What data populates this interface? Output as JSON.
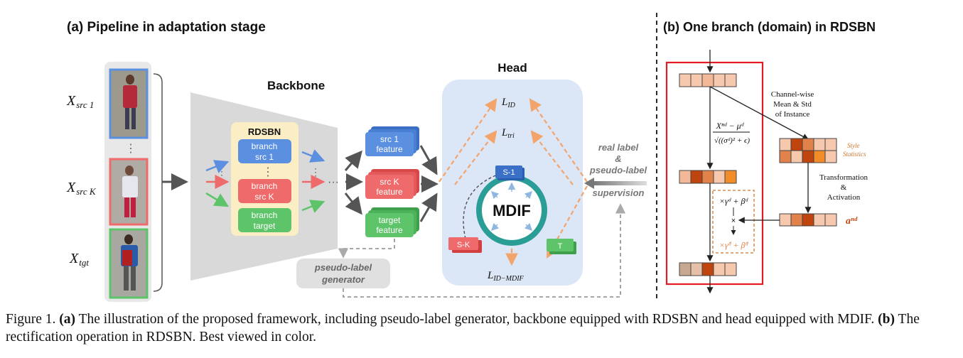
{
  "panel_a": {
    "title": "(a) Pipeline in adaptation stage",
    "inputs": {
      "src1": {
        "main": "X",
        "sub": "src 1"
      },
      "srcK": {
        "main": "X",
        "sub": "src K"
      },
      "tgt": {
        "main": "X",
        "sub": "tgt"
      }
    },
    "backbone_label": "Backbone",
    "rdsbn_label": "RDSBN",
    "branches": {
      "src1": [
        "branch",
        "src 1"
      ],
      "srcK": [
        "branch",
        "src K"
      ],
      "target": [
        "branch",
        "target"
      ]
    },
    "features": {
      "src1": [
        "src 1",
        "feature"
      ],
      "srcK": [
        "src K",
        "feature"
      ],
      "target": [
        "target",
        "feature"
      ]
    },
    "head_label": "Head",
    "losses": {
      "id": {
        "main": "L",
        "sub": "ID"
      },
      "tri": {
        "main": "L",
        "sub": "tri"
      },
      "mdif": {
        "main": "L",
        "sub": "ID−MDIF"
      }
    },
    "mdif_label": "MDIF",
    "tags": {
      "s1": "S-1",
      "sk": "S-K",
      "t": "T"
    },
    "pseudo_generator": [
      "pseudo-label",
      "generator"
    ],
    "supervision": {
      "line1": "real label",
      "line2": "&",
      "line3": "pseudo-label",
      "line4": "supervision"
    },
    "dots": "⋮",
    "hdots": "···"
  },
  "panel_b": {
    "title": "(b) One branch (domain) in RDSBN",
    "channel_note": [
      "Channel-wise",
      "Mean & Std",
      "of Instance"
    ],
    "style_stats": [
      "Style",
      "Statistics"
    ],
    "transform_note": [
      "Transformation",
      "&",
      "Activation"
    ],
    "norm_formula": {
      "num": "Xⁿᵈ − μᵈ",
      "den": "√((σᵈ)² + ϵ)"
    },
    "affine1": "×γᵈ + βᵈ",
    "affine2": "×γ̂ᵈ + β̂ᵈ",
    "times": "×",
    "a_label": "aⁿᵈ",
    "colors": {
      "frame": "#e31b23",
      "light": "#f6c9ae",
      "mid": "#e0824a",
      "dark": "#c0440e",
      "orange": "#f28c28"
    }
  },
  "caption": {
    "p1": "Figure 1. ",
    "b1": "(a)",
    "p2": " The illustration of the proposed framework, including pseudo-label generator, backbone equipped with RDSBN and head equipped with MDIF. ",
    "b2": "(b)",
    "p3": " The rectification operation in RDSBN. Best viewed in color."
  }
}
